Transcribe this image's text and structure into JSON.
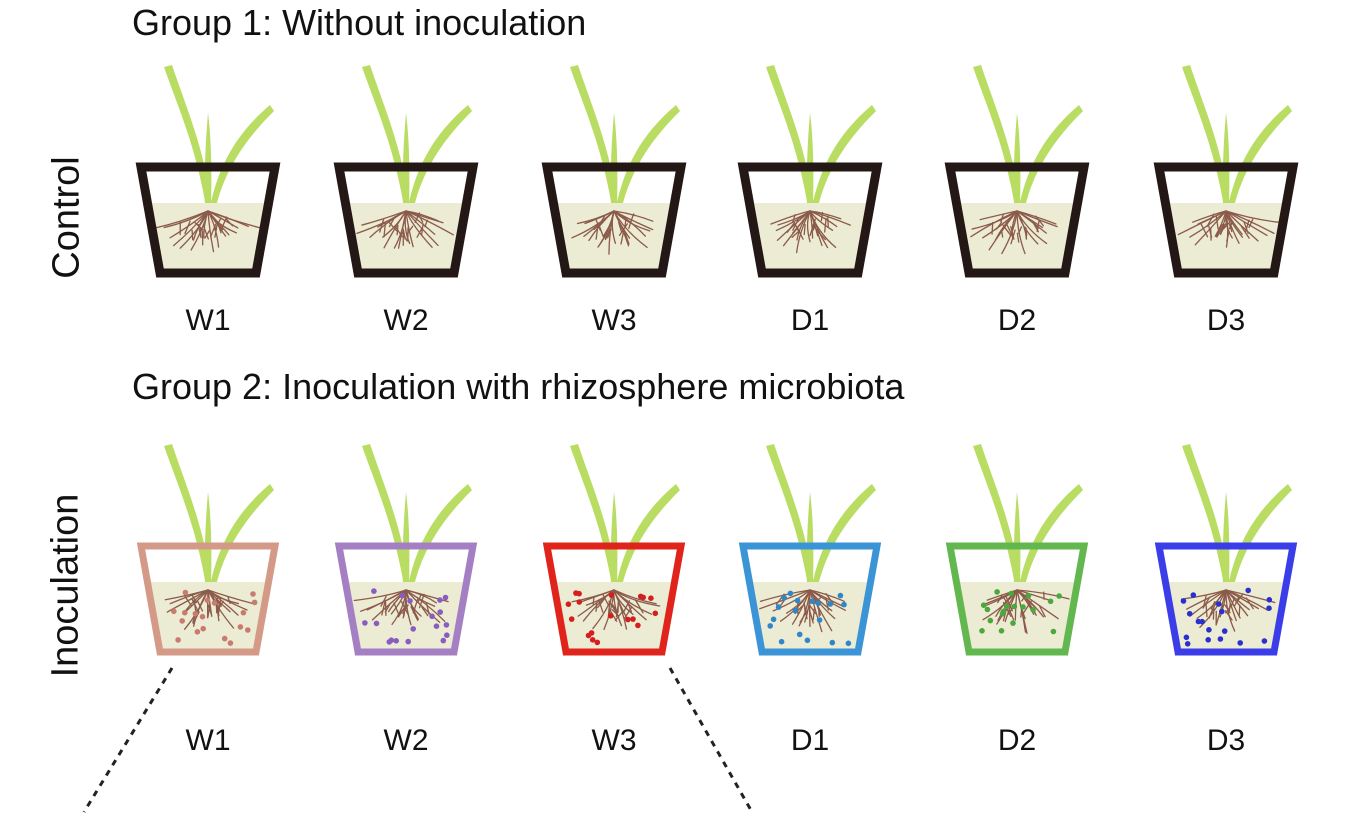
{
  "groups": [
    {
      "title": "Group 1: Without inoculation",
      "side_label": "Control",
      "pots": [
        {
          "label": "W1",
          "border_color": "#231815",
          "microbe_color": ""
        },
        {
          "label": "W2",
          "border_color": "#231815",
          "microbe_color": ""
        },
        {
          "label": "W3",
          "border_color": "#231815",
          "microbe_color": ""
        },
        {
          "label": "D1",
          "border_color": "#231815",
          "microbe_color": ""
        },
        {
          "label": "D2",
          "border_color": "#231815",
          "microbe_color": ""
        },
        {
          "label": "D3",
          "border_color": "#231815",
          "microbe_color": ""
        }
      ]
    },
    {
      "title": "Group 2: Inoculation with rhizosphere microbiota",
      "side_label": "Inoculation",
      "pots": [
        {
          "label": "W1",
          "border_color": "#d49a88",
          "microbe_color": "#c97b70"
        },
        {
          "label": "W2",
          "border_color": "#a57fc4",
          "microbe_color": "#8a5cc0"
        },
        {
          "label": "W3",
          "border_color": "#e0241b",
          "microbe_color": "#d41f1f"
        },
        {
          "label": "D1",
          "border_color": "#3b94d6",
          "microbe_color": "#2f86c8"
        },
        {
          "label": "D2",
          "border_color": "#62b84f",
          "microbe_color": "#4aa83c"
        },
        {
          "label": "D3",
          "border_color": "#3a3de8",
          "microbe_color": "#2a2fd0"
        }
      ]
    }
  ],
  "colors": {
    "soil": "#ecebd3",
    "leaf": "#b9dc62",
    "root": "#8b5a4a"
  }
}
